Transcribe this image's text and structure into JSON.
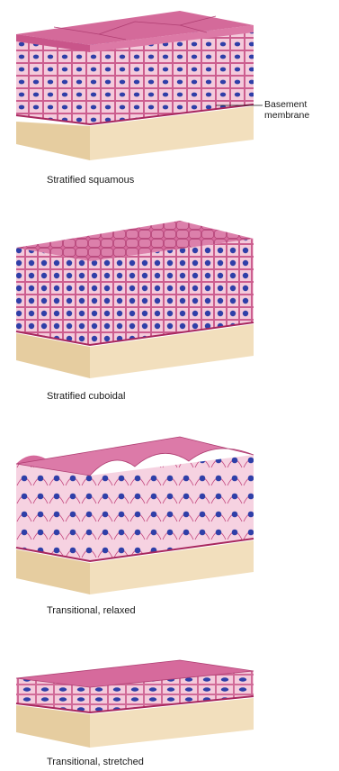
{
  "panels": [
    {
      "caption": "Stratified squamous"
    },
    {
      "caption": "Stratified cuboidal"
    },
    {
      "caption": "Transitional, relaxed"
    },
    {
      "caption": "Transitional, stretched"
    }
  ],
  "callout": {
    "line1": "Basement",
    "line2": "membrane"
  },
  "colors": {
    "connective": "#f0dcb8",
    "connective_shade": "#d9bf92",
    "cell": "#f2c4d8",
    "cell_top": "#d66a9c",
    "cell_border": "#c2437c",
    "nucleus": "#2f3fa8",
    "basement": "#a8285e"
  }
}
